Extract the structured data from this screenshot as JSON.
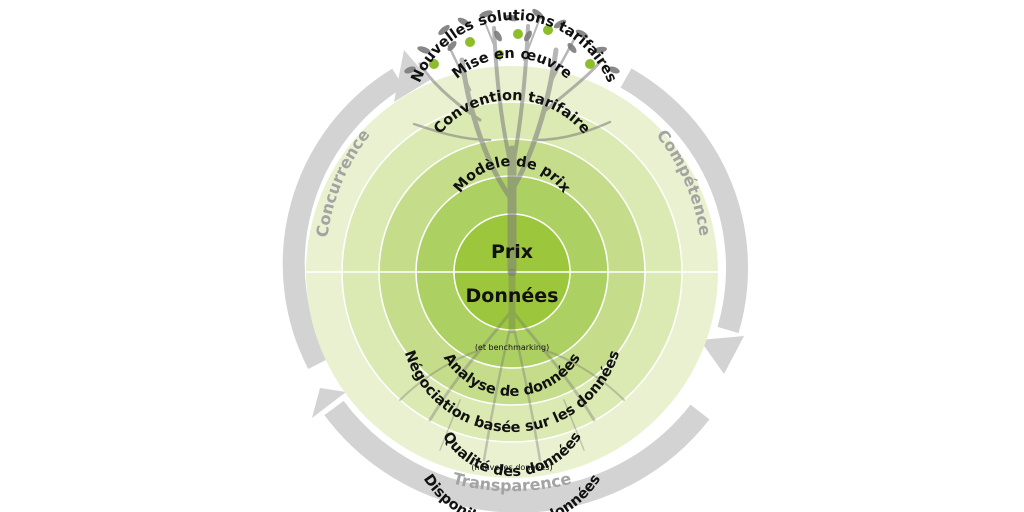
{
  "arrows": {
    "concurrence": "Concurrence",
    "competence": "Compétence",
    "transparence": "Transparence"
  },
  "top": {
    "ring1": "Nouvelles solutions tarifaires",
    "ring2": "Mise en œuvre",
    "ring3": "Convention tarifaire",
    "ring4": "Modèle de prix",
    "center": "Prix"
  },
  "bottom": {
    "center": "Données",
    "ring4": "Analyse de données",
    "ring4_sub": "(et benchmarking)",
    "ring3": "Négociation basée sur les données",
    "ring2": "Qualité des données",
    "ring1": "Disponibilité des données",
    "ring1_sub": "(nouvelles données)"
  },
  "colors": {
    "arrow": "#d3d3d3",
    "ring_outer": "#eaf1d0",
    "ring_2": "#dbe9b2",
    "ring_3": "#c5dc8b",
    "ring_4": "#add063",
    "center": "#9cc73c",
    "tree": "#7c7c7c",
    "fruit": "#8dbd2a"
  },
  "icons": [
    "tree-icon",
    "roots-icon"
  ]
}
